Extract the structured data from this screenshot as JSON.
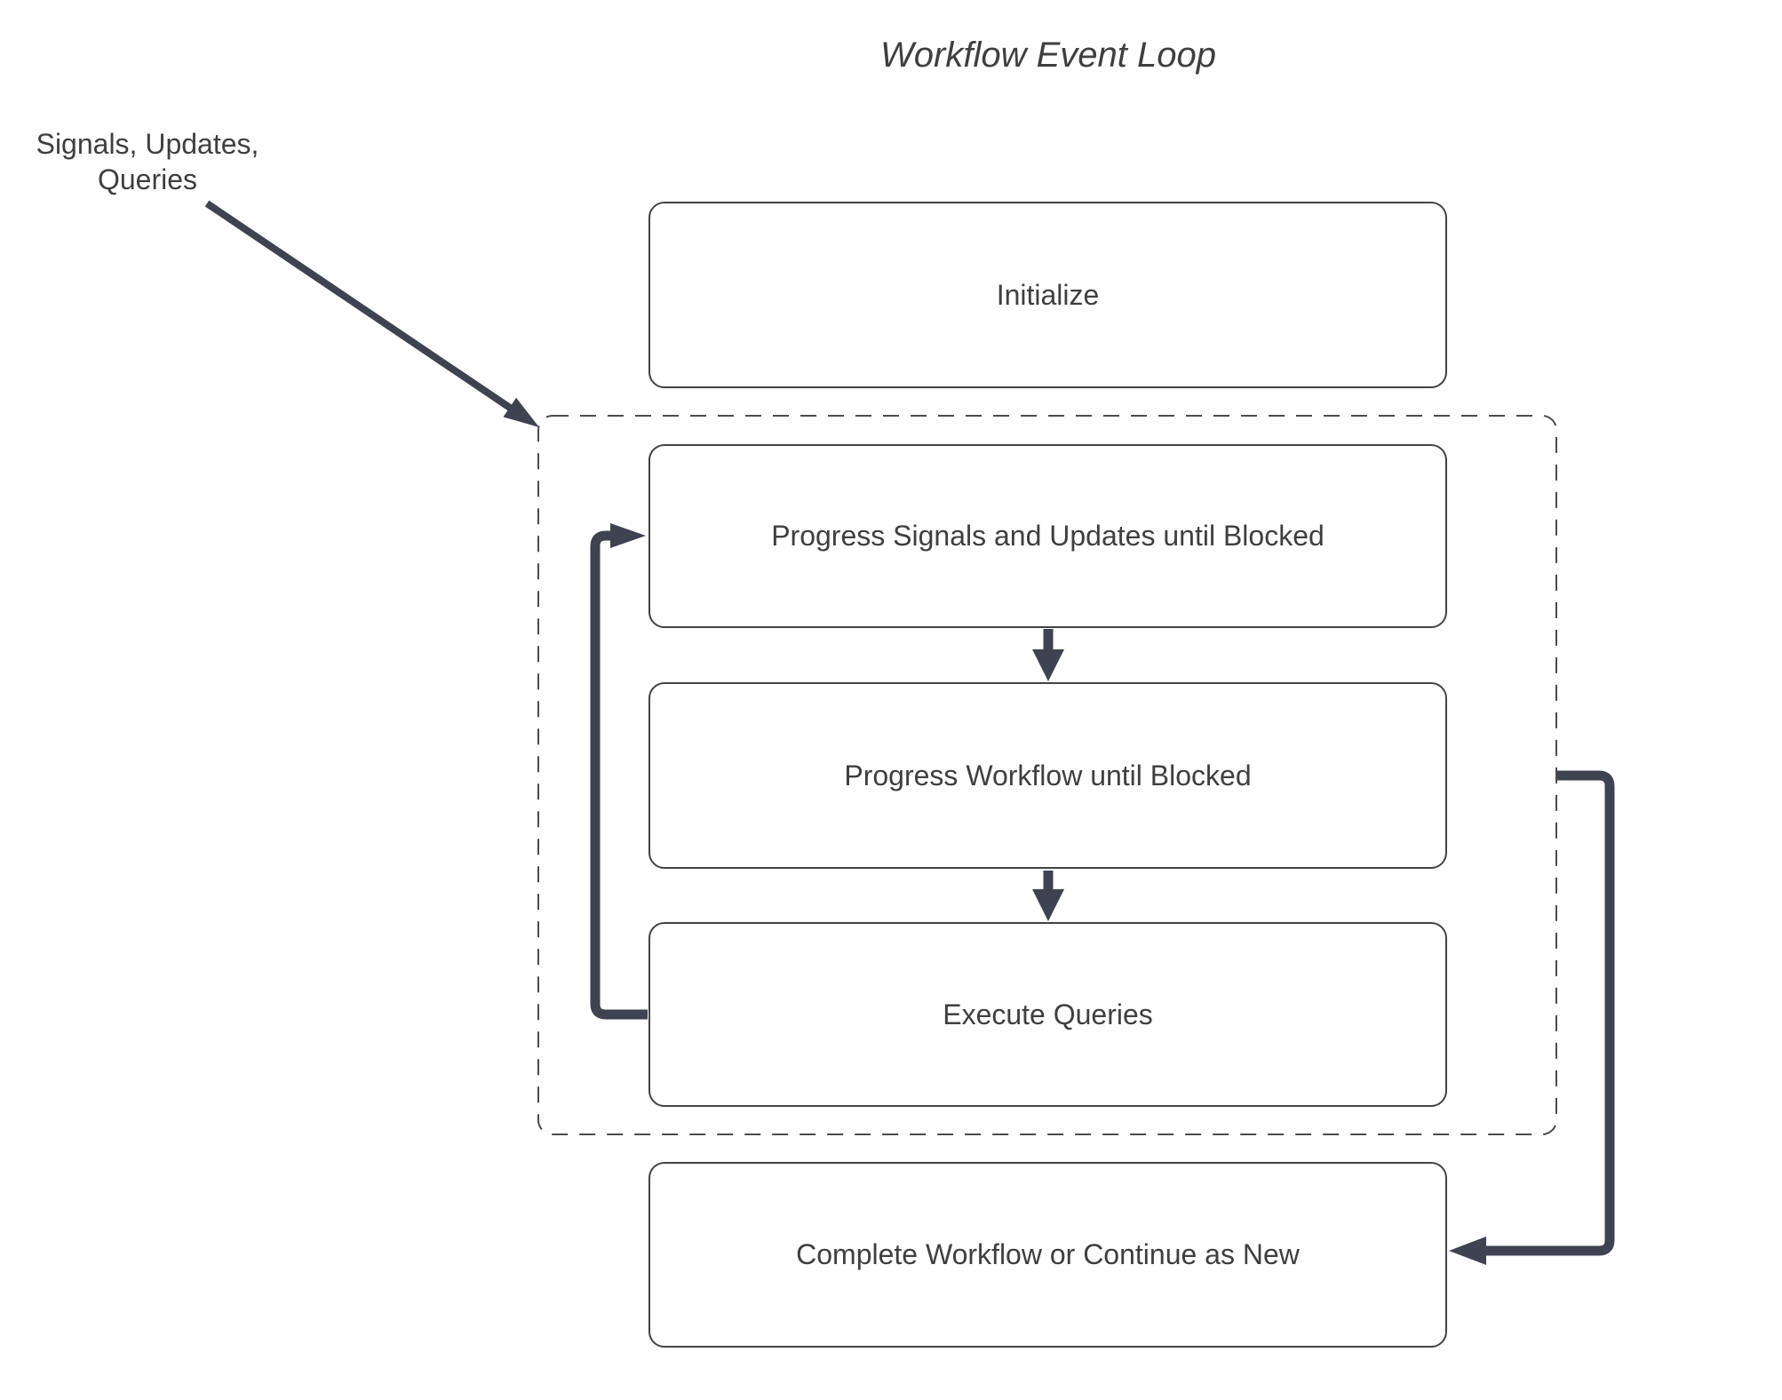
{
  "title": "Workflow Event Loop",
  "annotation": {
    "lines": [
      "Signals, Updates,",
      "Queries"
    ]
  },
  "nodes": {
    "initialize": "Initialize",
    "progress_signals": "Progress Signals and Updates until Blocked",
    "progress_workflow": "Progress Workflow until Blocked",
    "execute_queries": "Execute Queries",
    "complete": "Complete Workflow or Continue as New"
  },
  "icons": {
    "signals_arrow": "diagonal-arrow-icon",
    "down_arrows": "down-arrow-icon",
    "loop_arrow": "loop-back-arrow-icon",
    "continue_arrow": "elbow-left-arrow-icon"
  },
  "colors": {
    "arrow": "#3d4350",
    "box_border": "#434343",
    "dashed_border": "#4c4c4c",
    "text": "#3f3f3f",
    "background": "#ffffff"
  }
}
